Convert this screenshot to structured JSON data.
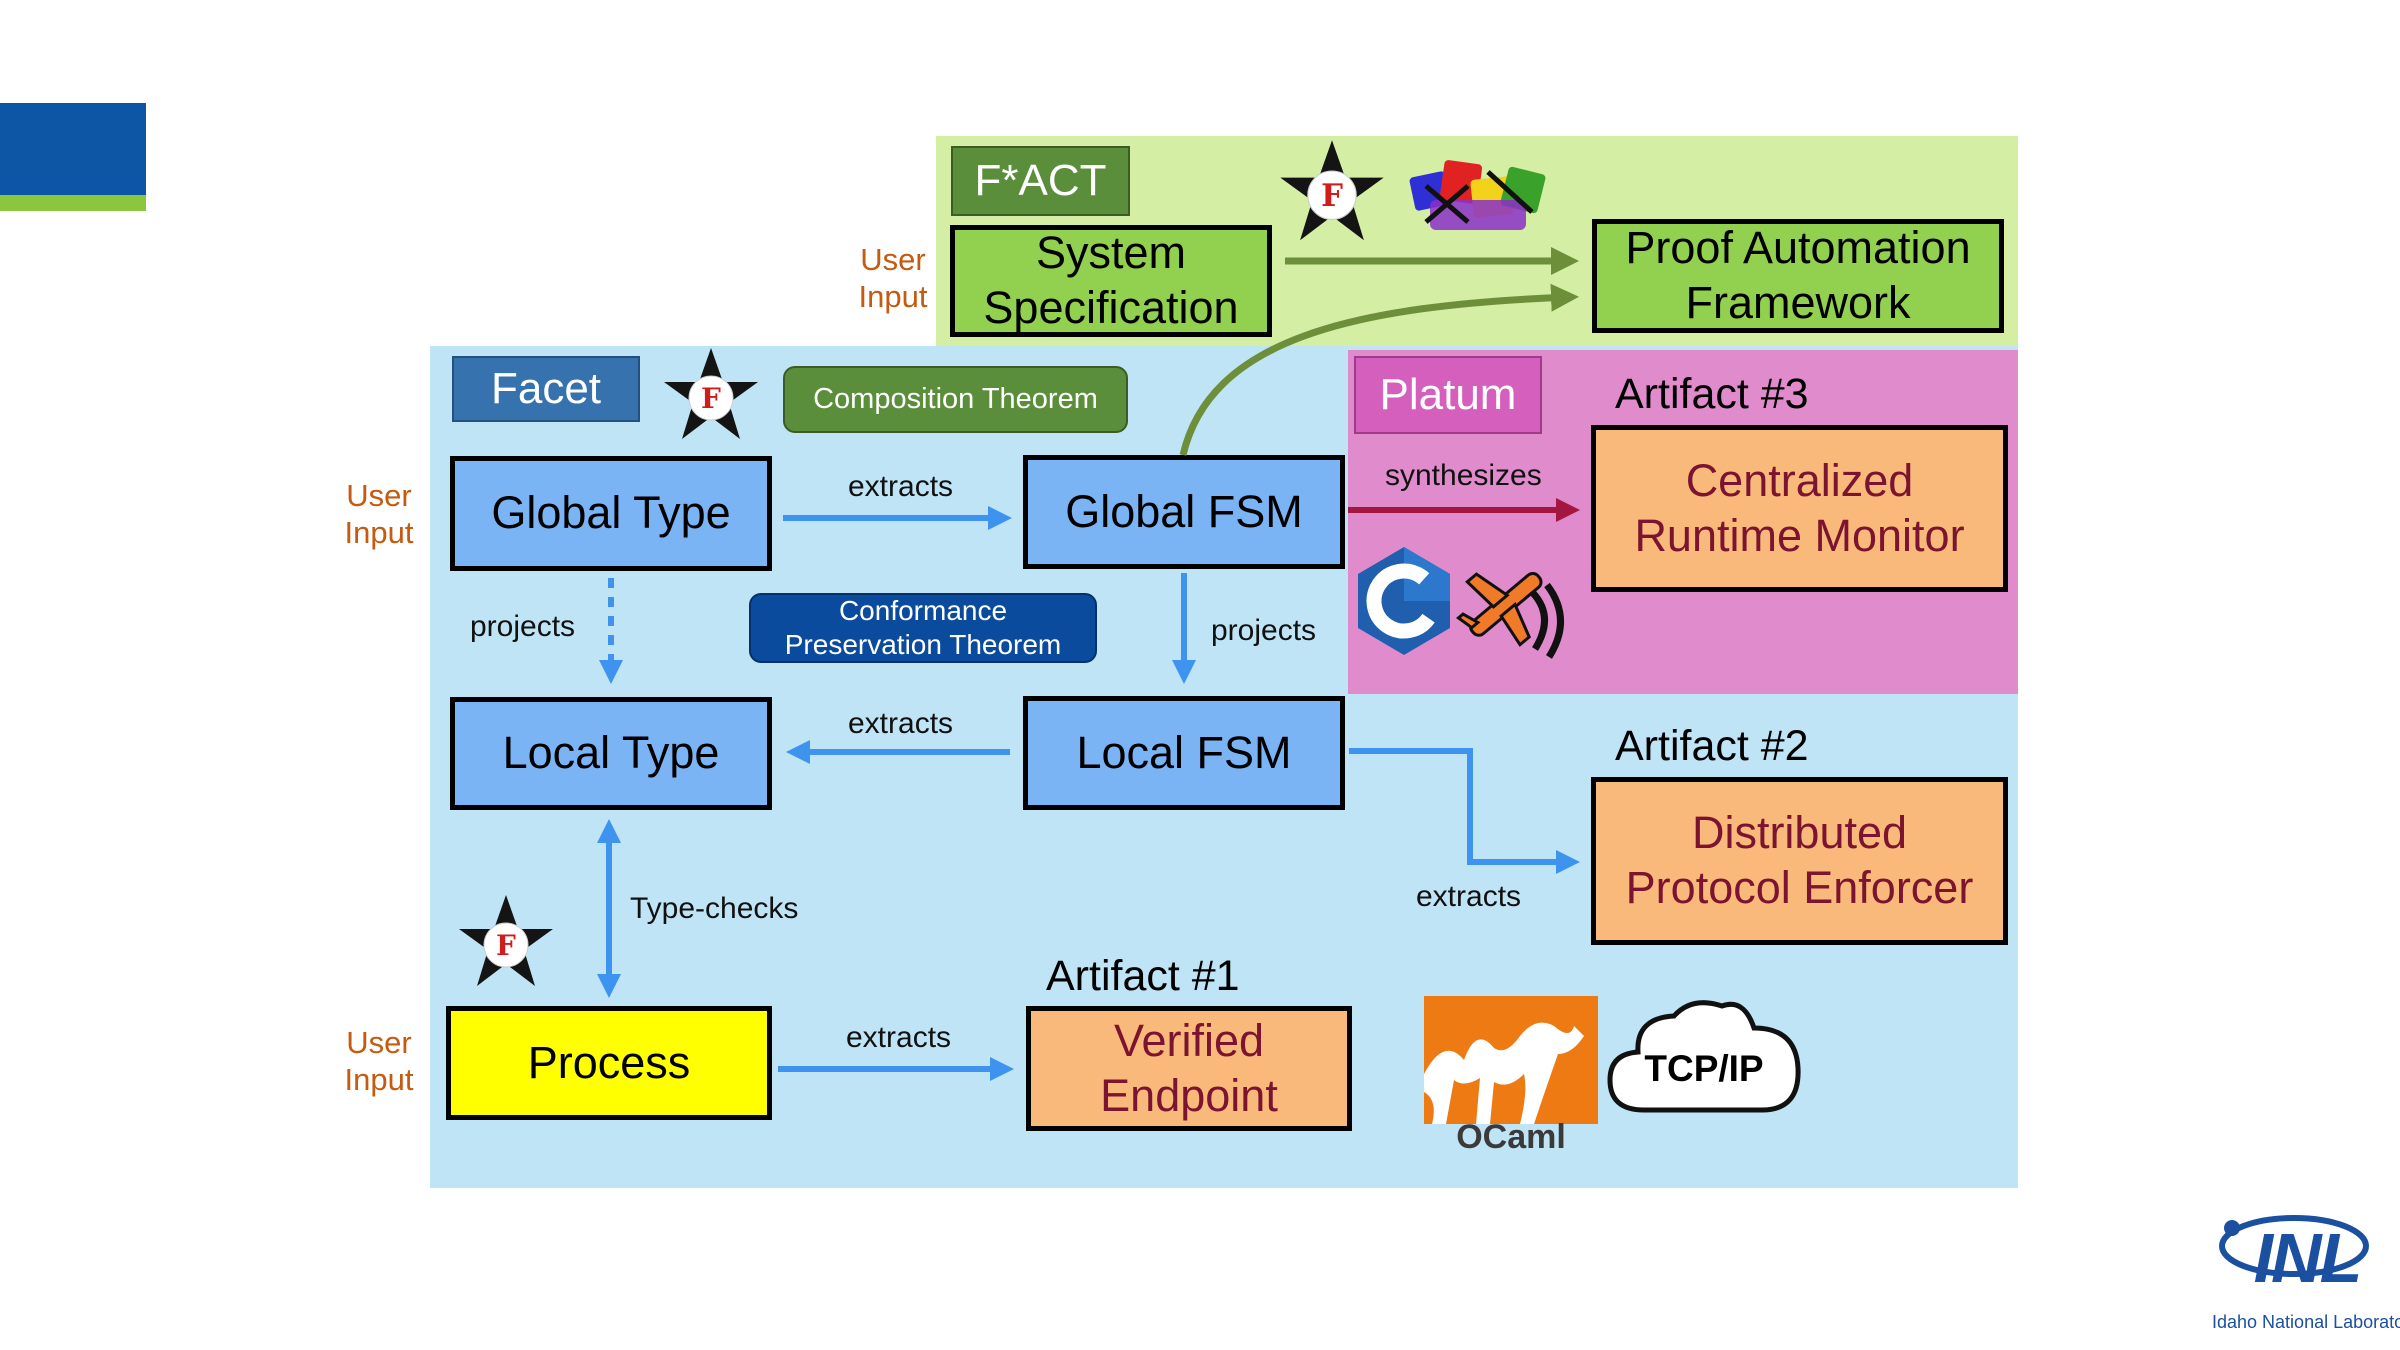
{
  "regions": {
    "fact_title": "F*ACT",
    "facet_title": "Facet",
    "platum_title": "Platum"
  },
  "theorems": {
    "composition": "Composition Theorem",
    "conformance": "Conformance Preservation Theorem"
  },
  "user_inputs": [
    {
      "text": "User Input"
    },
    {
      "text": "User Input"
    },
    {
      "text": "User Input"
    }
  ],
  "nodes": {
    "system_spec": "System Specification",
    "proof_framework": "Proof Automation Framework",
    "global_type": "Global Type",
    "global_fsm": "Global FSM",
    "local_type": "Local Type",
    "local_fsm": "Local FSM",
    "process": "Process",
    "monitor": "Centralized Runtime Monitor",
    "enforcer": "Distributed Protocol Enforcer",
    "endpoint": "Verified Endpoint"
  },
  "artifacts": {
    "a3": "Artifact #3",
    "a2": "Artifact #2",
    "a1": "Artifact #1"
  },
  "edges": {
    "gt_to_gfsm": "extracts",
    "gt_to_lt": "projects",
    "gfsm_to_lfsm": "projects",
    "lfsm_to_lt": "extracts",
    "gfsm_to_monitor": "synthesizes",
    "lfsm_to_enforcer": "extracts",
    "lt_process": "Type-checks",
    "process_to_endpoint": "extracts"
  },
  "logos": {
    "ocaml": "OCaml",
    "tcpip": "TCP/IP",
    "inl_short": "INL",
    "inl_full": "Idaho National Laboratory"
  },
  "icons": [
    "fstar-star-icon",
    "coq-rooster-icon",
    "c-language-icon",
    "paper-airplane-icon",
    "ocaml-camel-icon",
    "tcpip-cloud-icon",
    "inl-logo-icon"
  ],
  "colors": {
    "facet_bg": "#bee4f6",
    "fact_bg": "#d4eea4",
    "platum_bg": "#e08ccc",
    "node_blue": "#7ab4f5",
    "artifact_orange": "#f9b97a",
    "arrow_blue": "#3d93ee",
    "arrow_green": "#6e8f3a",
    "arrow_red": "#a3163f",
    "user_input": "#c55a11"
  }
}
